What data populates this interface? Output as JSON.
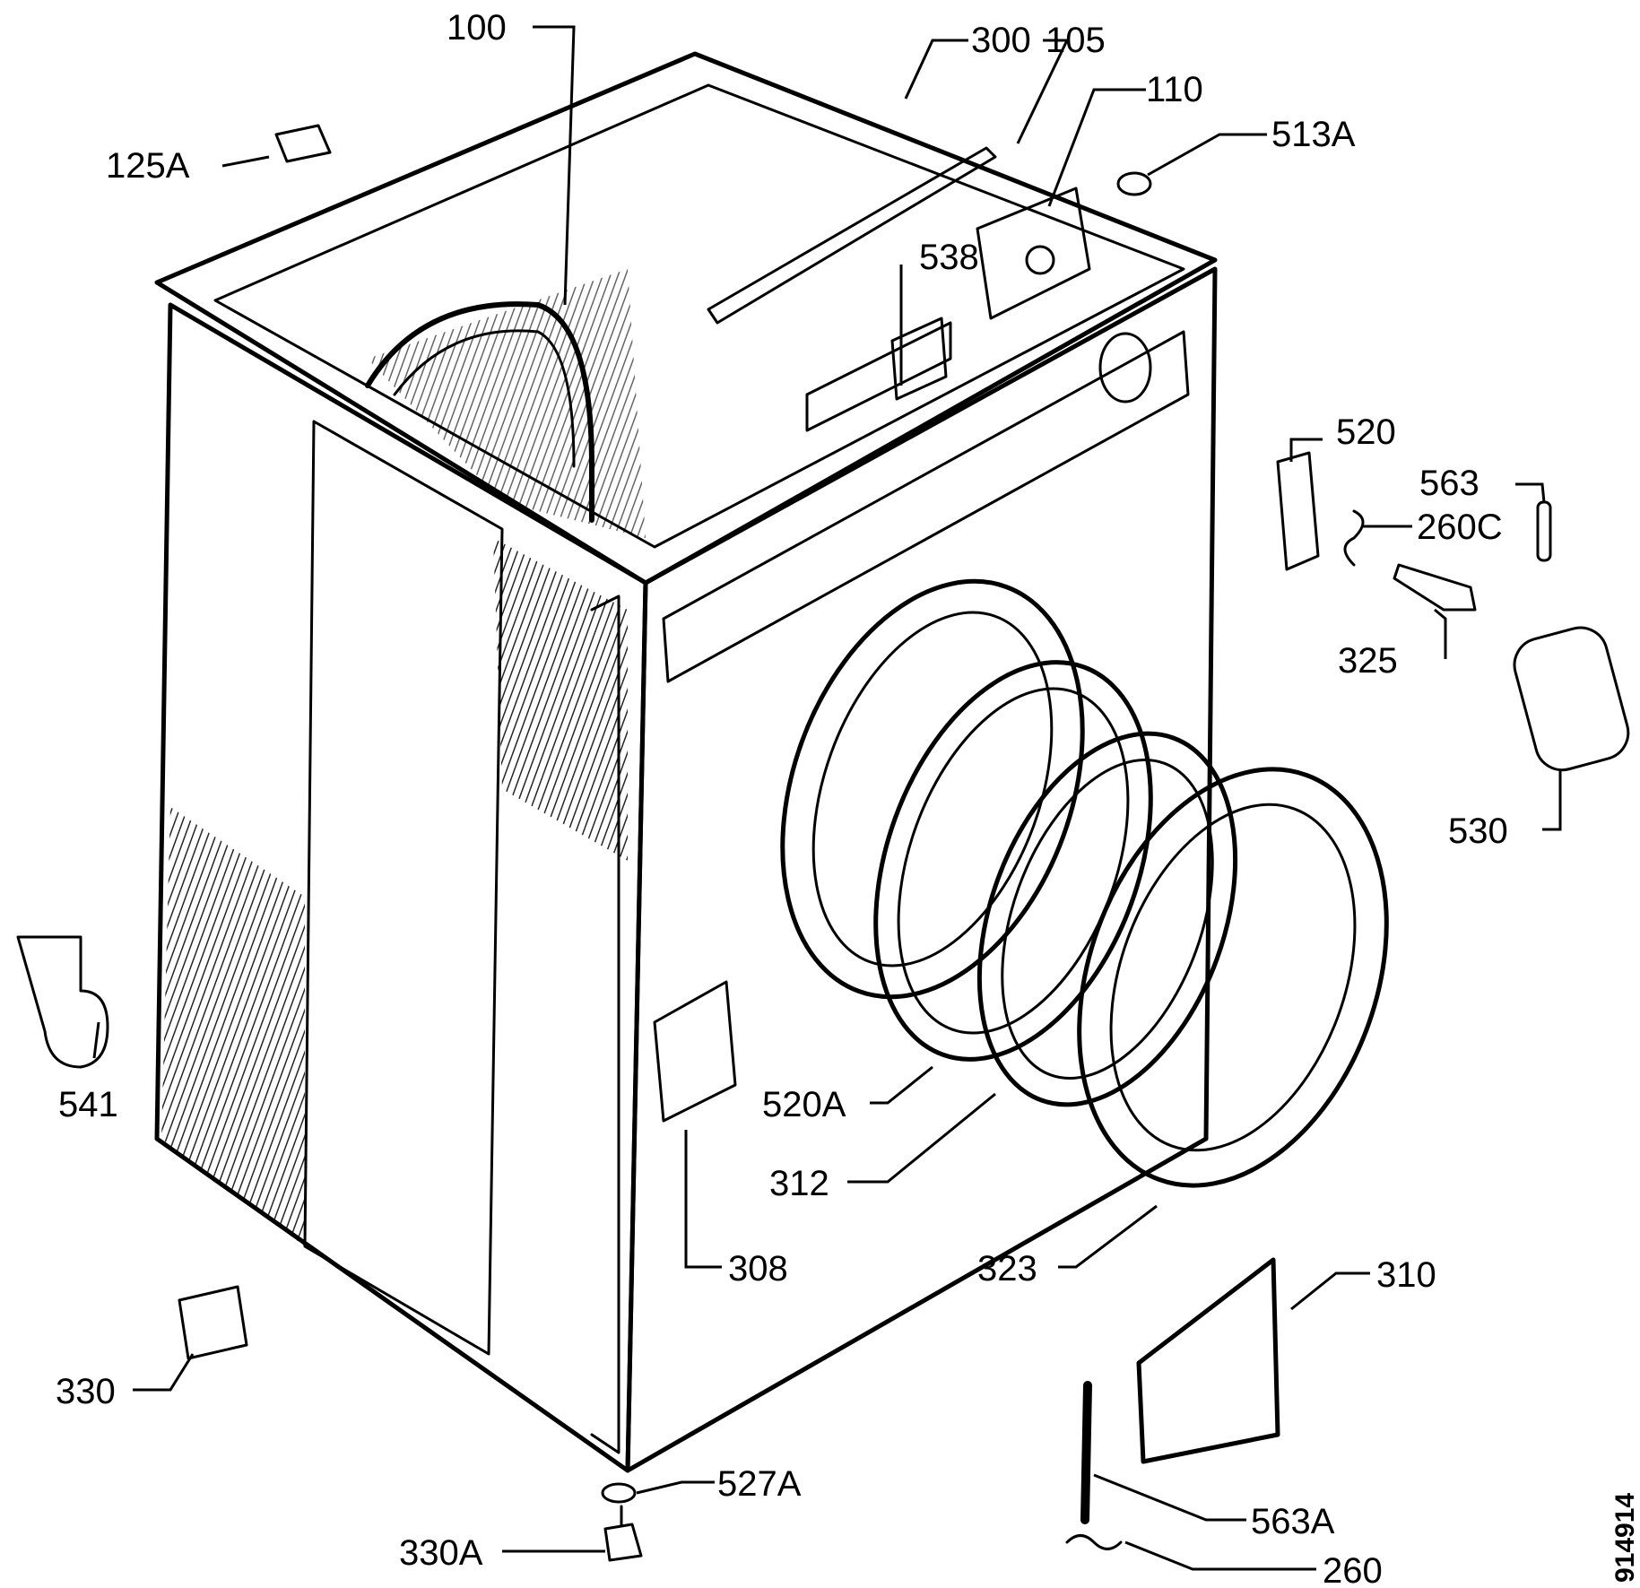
{
  "diagram": {
    "drawing_number": "914914",
    "part_labels": [
      {
        "id": "100",
        "text": "100"
      },
      {
        "id": "300",
        "text": "300"
      },
      {
        "id": "105",
        "text": "105"
      },
      {
        "id": "110",
        "text": "110"
      },
      {
        "id": "125A",
        "text": "125A"
      },
      {
        "id": "513A",
        "text": "513A"
      },
      {
        "id": "538",
        "text": "538"
      },
      {
        "id": "520",
        "text": "520"
      },
      {
        "id": "563",
        "text": "563"
      },
      {
        "id": "260C",
        "text": "260C"
      },
      {
        "id": "325",
        "text": "325"
      },
      {
        "id": "530",
        "text": "530"
      },
      {
        "id": "541",
        "text": "541"
      },
      {
        "id": "520A",
        "text": "520A"
      },
      {
        "id": "312",
        "text": "312"
      },
      {
        "id": "308",
        "text": "308"
      },
      {
        "id": "323",
        "text": "323"
      },
      {
        "id": "310",
        "text": "310"
      },
      {
        "id": "330",
        "text": "330"
      },
      {
        "id": "527A",
        "text": "527A"
      },
      {
        "id": "330A",
        "text": "330A"
      },
      {
        "id": "563A",
        "text": "563A"
      },
      {
        "id": "260",
        "text": "260"
      }
    ]
  }
}
